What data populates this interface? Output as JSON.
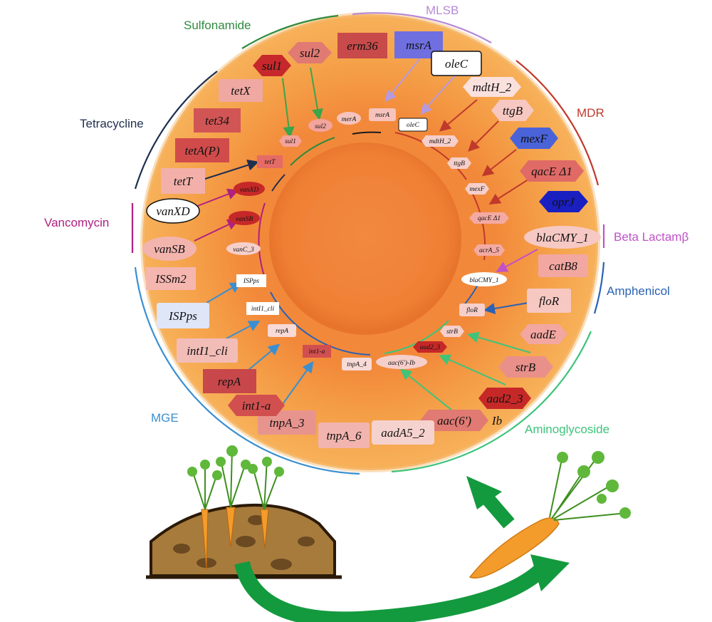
{
  "categories": {
    "sulfonamide": {
      "label": "Sulfonamide",
      "color": "#2e8b3e"
    },
    "mlsb": {
      "label": "MLSB",
      "color": "#b58ad8"
    },
    "mdr": {
      "label": "MDR",
      "color": "#c0392b"
    },
    "tetracycline": {
      "label": "Tetracycline",
      "color": "#1f2f4f"
    },
    "vancomycin": {
      "label": "Vancomycin",
      "color": "#b0207f"
    },
    "beta_lactam": {
      "label": "Beta Lactamβ",
      "color": "#c052c8"
    },
    "amphenicol": {
      "label": "Amphenicol",
      "color": "#2a62b5"
    },
    "mge": {
      "label": "MGE",
      "color": "#3b8fd0"
    },
    "aminoglycoside": {
      "label": "Aminoglycoside",
      "color": "#3ec47a"
    }
  },
  "outer_genes": {
    "sul1": "sul1",
    "sul2": "sul2",
    "erm36": "erm36",
    "msrA": "msrA",
    "oleC": "oleC",
    "mdtH_2": "mdtH_2",
    "ttgB": "ttgB",
    "mexF": "mexF",
    "qacE": "qacE Δ1",
    "oprJ": "oprJ",
    "blaCMY": "blaCMY_1",
    "catB8": "catB8",
    "floR": "floR",
    "aadE": "aadE",
    "strB": "strB",
    "aad2": "aad2_3",
    "aac6": "aac(6')",
    "ib": "Ib",
    "aadA5": "aadA5_2",
    "tnpA6": "tnpA_6",
    "tnpA3": "tnpA_3",
    "int1a": "int1-a",
    "repA": "repA",
    "intI1cli": "intI1_cli",
    "ISPps": "ISPps",
    "ISSm2": "ISSm2",
    "vanSB": "vanSB",
    "vanXD": "vanXD",
    "tetT": "tetT",
    "tetAP": "tetA(P)",
    "tet34": "tet34",
    "tetX": "tetX"
  },
  "inner_genes": {
    "sul1": "sul1",
    "sul2": "sul2",
    "merA": "merA",
    "msrA": "msrA",
    "oleC": "oleC",
    "mdtH_2": "mdtH_2",
    "ttgB": "ttgB",
    "mexF": "mexF",
    "qacE": "qacE Δ1",
    "acrA5": "acrA_5",
    "blaCMY": "blaCMY_1",
    "floR": "floR",
    "strB": "strB",
    "aad2": "aad2_3",
    "aac6": "aac(6')-Ib",
    "tnpA4": "tnpA_4",
    "int1a": "int1-a",
    "repA": "repA",
    "intI1cli": "intI1_cli",
    "ISPps": "ISPps",
    "vanC3": "vanC_3",
    "vanSB": "vanSB",
    "vanXD": "vanXD",
    "tetT": "tetT"
  },
  "icons": [
    "carrot-slice-icon",
    "soil-mound-icon",
    "carrot-plant-icon",
    "carrot-icon",
    "cycle-arrow-icon"
  ]
}
